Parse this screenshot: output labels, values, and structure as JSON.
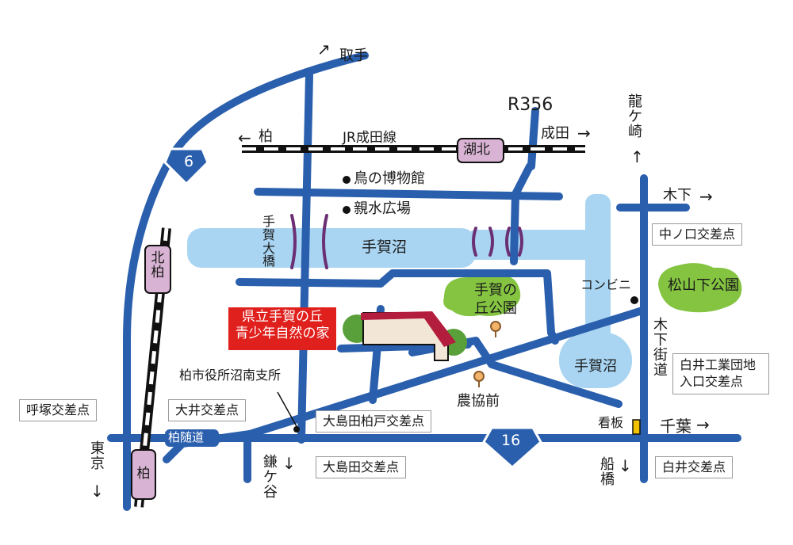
{
  "directions": {
    "toride": "取手",
    "kashiwa_west": "柏",
    "narita": "成田",
    "ryugasaki": "龍ケ崎",
    "kinoshita": "木下",
    "chiba": "千葉",
    "funabashi": "船橋",
    "kamagaya": "鎌ケ谷",
    "tokyo": "東京"
  },
  "routes": {
    "national_6": "6",
    "national_16": "16",
    "r356": "R356",
    "jr_line": "JR成田線",
    "kinoshita_kaido": "木下街道",
    "kashiwa_zuido": "柏随道"
  },
  "stations": {
    "kohoku": "湖北",
    "kita_kashiwa": "北柏",
    "kashiwa": "柏"
  },
  "landmarks": {
    "bird_museum": "鳥の博物館",
    "shinsui_hiroba": "親水広場",
    "teganuma_upper": "手賀沼",
    "teganuma_lower": "手賀沼",
    "tega_bridge": "手賀大橋",
    "tega_no_oka_park": "手賀の丘公園",
    "convenience_store": "コンビニ",
    "matsuyamashita_park": "松山下公園",
    "noukyou_mae": "農協前",
    "city_office_branch": "柏市役所沼南支所",
    "signboard": "看板"
  },
  "facility": {
    "line1": "県立手賀の丘",
    "line2": "青少年自然の家"
  },
  "intersections": {
    "nakanokuchi": "中ノ口交差点",
    "shiroi_kogyo": "白井工業団地入口交差点",
    "shiroi": "白井交差点",
    "oshimada": "大島田交差点",
    "oshimada_kashiwado": "大島田柏戸交差点",
    "ooi": "大井交差点",
    "yobitsuka": "呼塚交差点"
  },
  "colors": {
    "road": "#2a5fad",
    "water": "#a9d5f2",
    "park": "#84c441",
    "station": "#d9b3d3",
    "facility": "#e0201d",
    "bridge": "#6b2f73"
  }
}
